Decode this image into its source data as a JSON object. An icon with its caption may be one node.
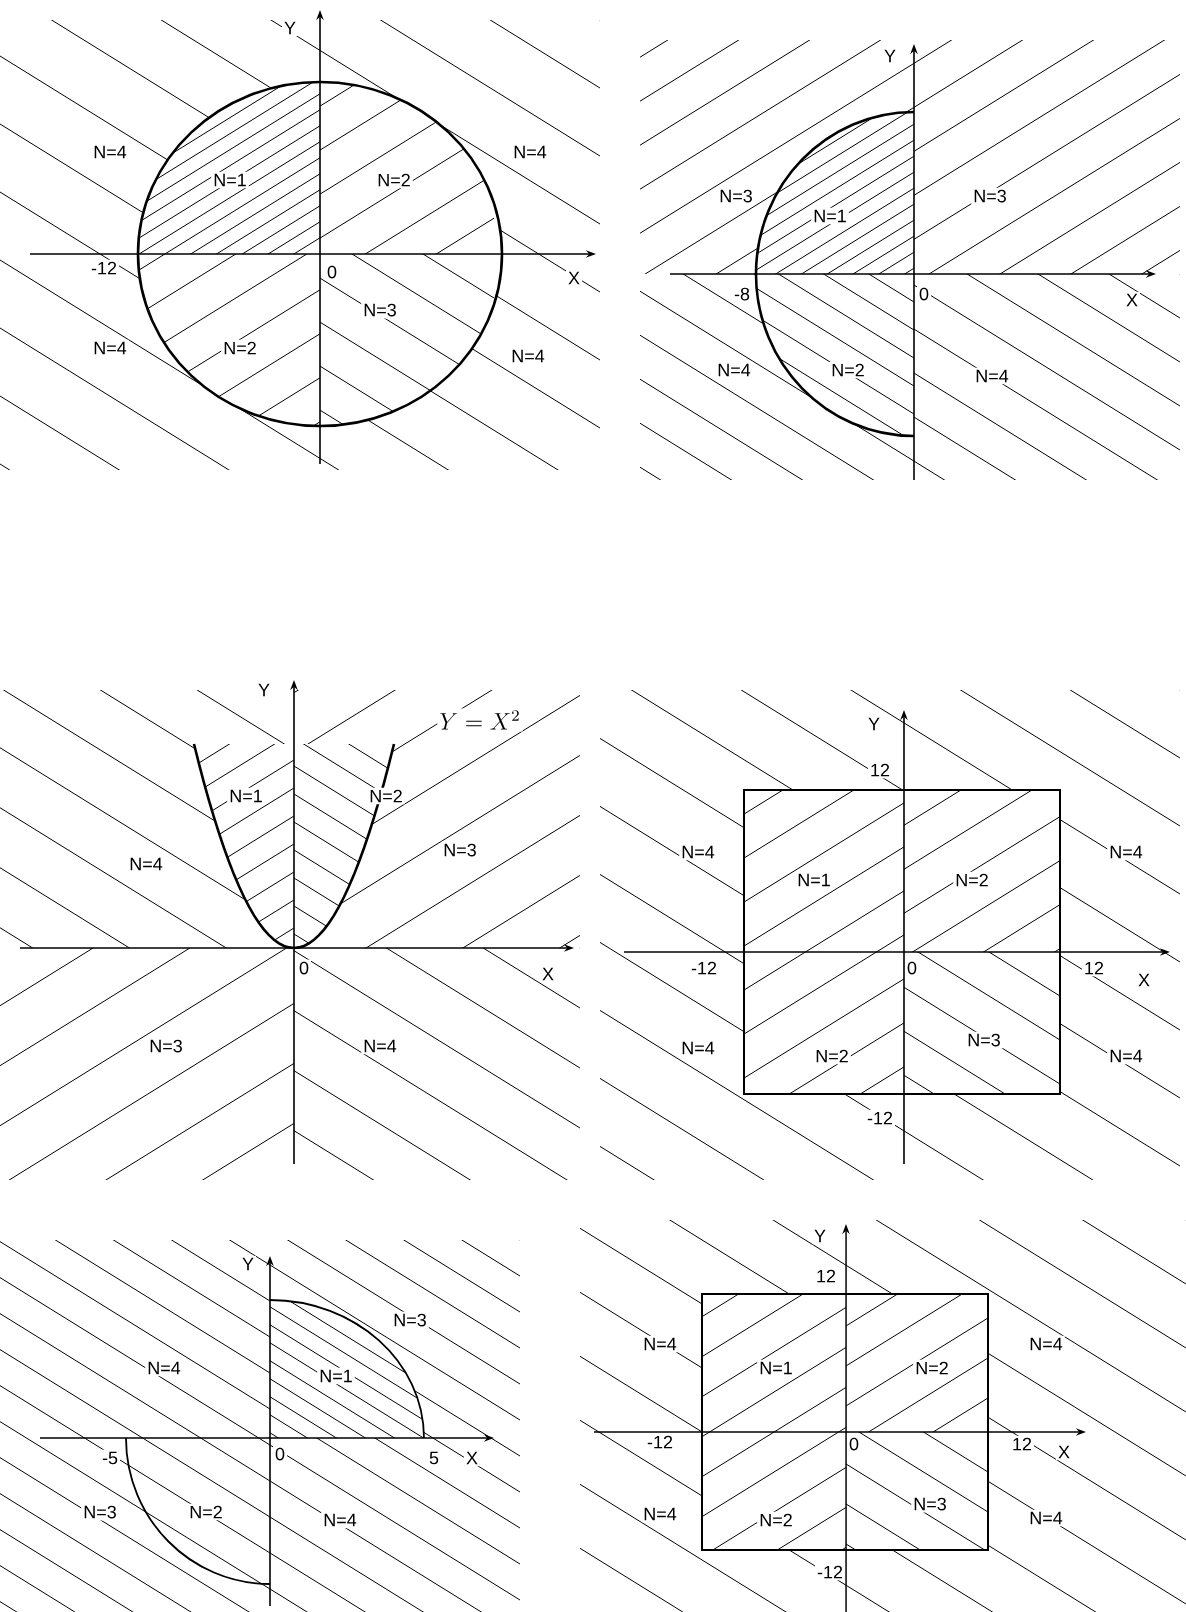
{
  "diagram": {
    "labels": [
      "Y",
      "N=4",
      "N=1",
      "N=2",
      "N=4",
      "-12",
      "0",
      "X",
      "N=3",
      "N=4",
      "N=2",
      "N=4",
      "Y",
      "N=3",
      "N=1",
      "N=3",
      "-8",
      "0",
      "X",
      "N=4",
      "N=2",
      "N=4",
      "Y",
      "Y = X^2",
      "N=1",
      "N=2",
      "N=3",
      "N=4",
      "0",
      "X",
      "N=3",
      "N=4",
      "Y",
      "12",
      "N=4",
      "N=1",
      "N=2",
      "N=4",
      "-12",
      "0",
      "12",
      "X",
      "N=4",
      "N=2",
      "N=3",
      "N=4",
      "-12",
      "Y",
      "N=3",
      "N=4",
      "N=1",
      "-5",
      "0",
      "5",
      "X",
      "N=3",
      "N=2",
      "N=4",
      "Y",
      "12",
      "N=4",
      "N=1",
      "N=2",
      "N=4",
      "-12",
      "0",
      "12",
      "X",
      "N=4",
      "N=2",
      "N=3",
      "N=4",
      "-12"
    ]
  }
}
